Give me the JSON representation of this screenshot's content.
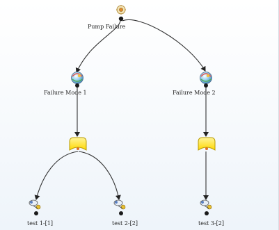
{
  "diagram": {
    "root": {
      "label": "Pump Failure",
      "icon": "gear-icon"
    },
    "failure_modes": [
      {
        "label": "Failure Mode 1",
        "icon": "failure-mode-sphere-icon"
      },
      {
        "label": "Failure Mode 2",
        "icon": "failure-mode-sphere-icon"
      }
    ],
    "gates": [
      {
        "type": "or-gate",
        "color": "#ffe600"
      },
      {
        "type": "or-gate",
        "color": "#ffe600"
      }
    ],
    "tests": [
      {
        "label": "test 1-[1]",
        "icon": "test-probe-icon"
      },
      {
        "label": "test 2-[2]",
        "icon": "test-probe-icon"
      },
      {
        "label": "test 3-[2]",
        "icon": "test-probe-icon"
      }
    ],
    "colors": {
      "edge": "#333333",
      "gate_fill": "#ffe600",
      "gate_stroke": "#b89a00",
      "label_text": "#222222"
    }
  }
}
